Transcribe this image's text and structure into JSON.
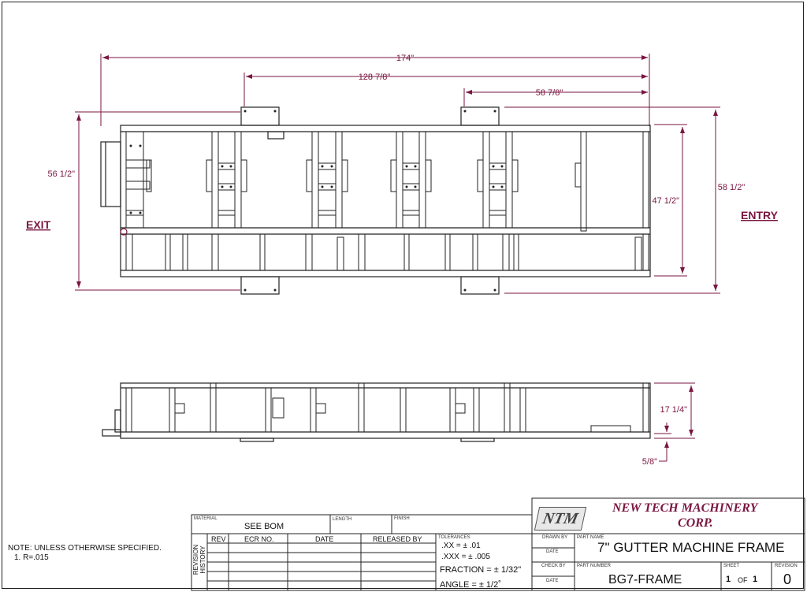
{
  "drawing": {
    "dimensions": {
      "overall_length": "174\"",
      "span_1": "128 7/8\"",
      "span_2": "58 7/8\"",
      "width_left": "56 1/2\"",
      "width_inner": "47 1/2\"",
      "width_outer": "58 1/2\"",
      "height": "17 1/4\"",
      "foot": "5/8\""
    },
    "labels": {
      "exit": "EXIT",
      "entry": "ENTRY"
    }
  },
  "note": {
    "line1": "NOTE: UNLESS OTHERWISE SPECIFIED.",
    "line2": "1. R=.015"
  },
  "title_block": {
    "material_label": "MATERIAL",
    "material_value": "SEE BOM",
    "length_label": "LENGTH",
    "finish_label": "FINISH",
    "revision_history_label": "REVISION HISTORY",
    "rev_headers": [
      "REV",
      "ECR NO.",
      "DATE",
      "RELEASED BY"
    ],
    "tolerances_label": "TOLERANCES",
    "tol_xx": ".XX = ± .01",
    "tol_xxx": ".XXX = ± .005",
    "tol_fraction": "FRACTION = ± 1/32\"",
    "tol_angle": "ANGLE = ± 1/2˚",
    "logo_text": "NTM",
    "company_line1": "NEW TECH MACHINERY",
    "company_line2": "CORP.",
    "drawn_by_label": "DRAWN BY",
    "date_label_1": "DATE",
    "check_by_label": "CHECK BY",
    "date_label_2": "DATE",
    "part_name_label": "PART NAME",
    "part_name": "7\" GUTTER MACHINE FRAME",
    "part_number_label": "PART NUMBER",
    "part_number": "BG7-FRAME",
    "sheet_label": "SHEET",
    "sheet_current": "1",
    "sheet_of": "OF",
    "sheet_total": "1",
    "revision_label": "REVISION",
    "revision_value": "0"
  }
}
